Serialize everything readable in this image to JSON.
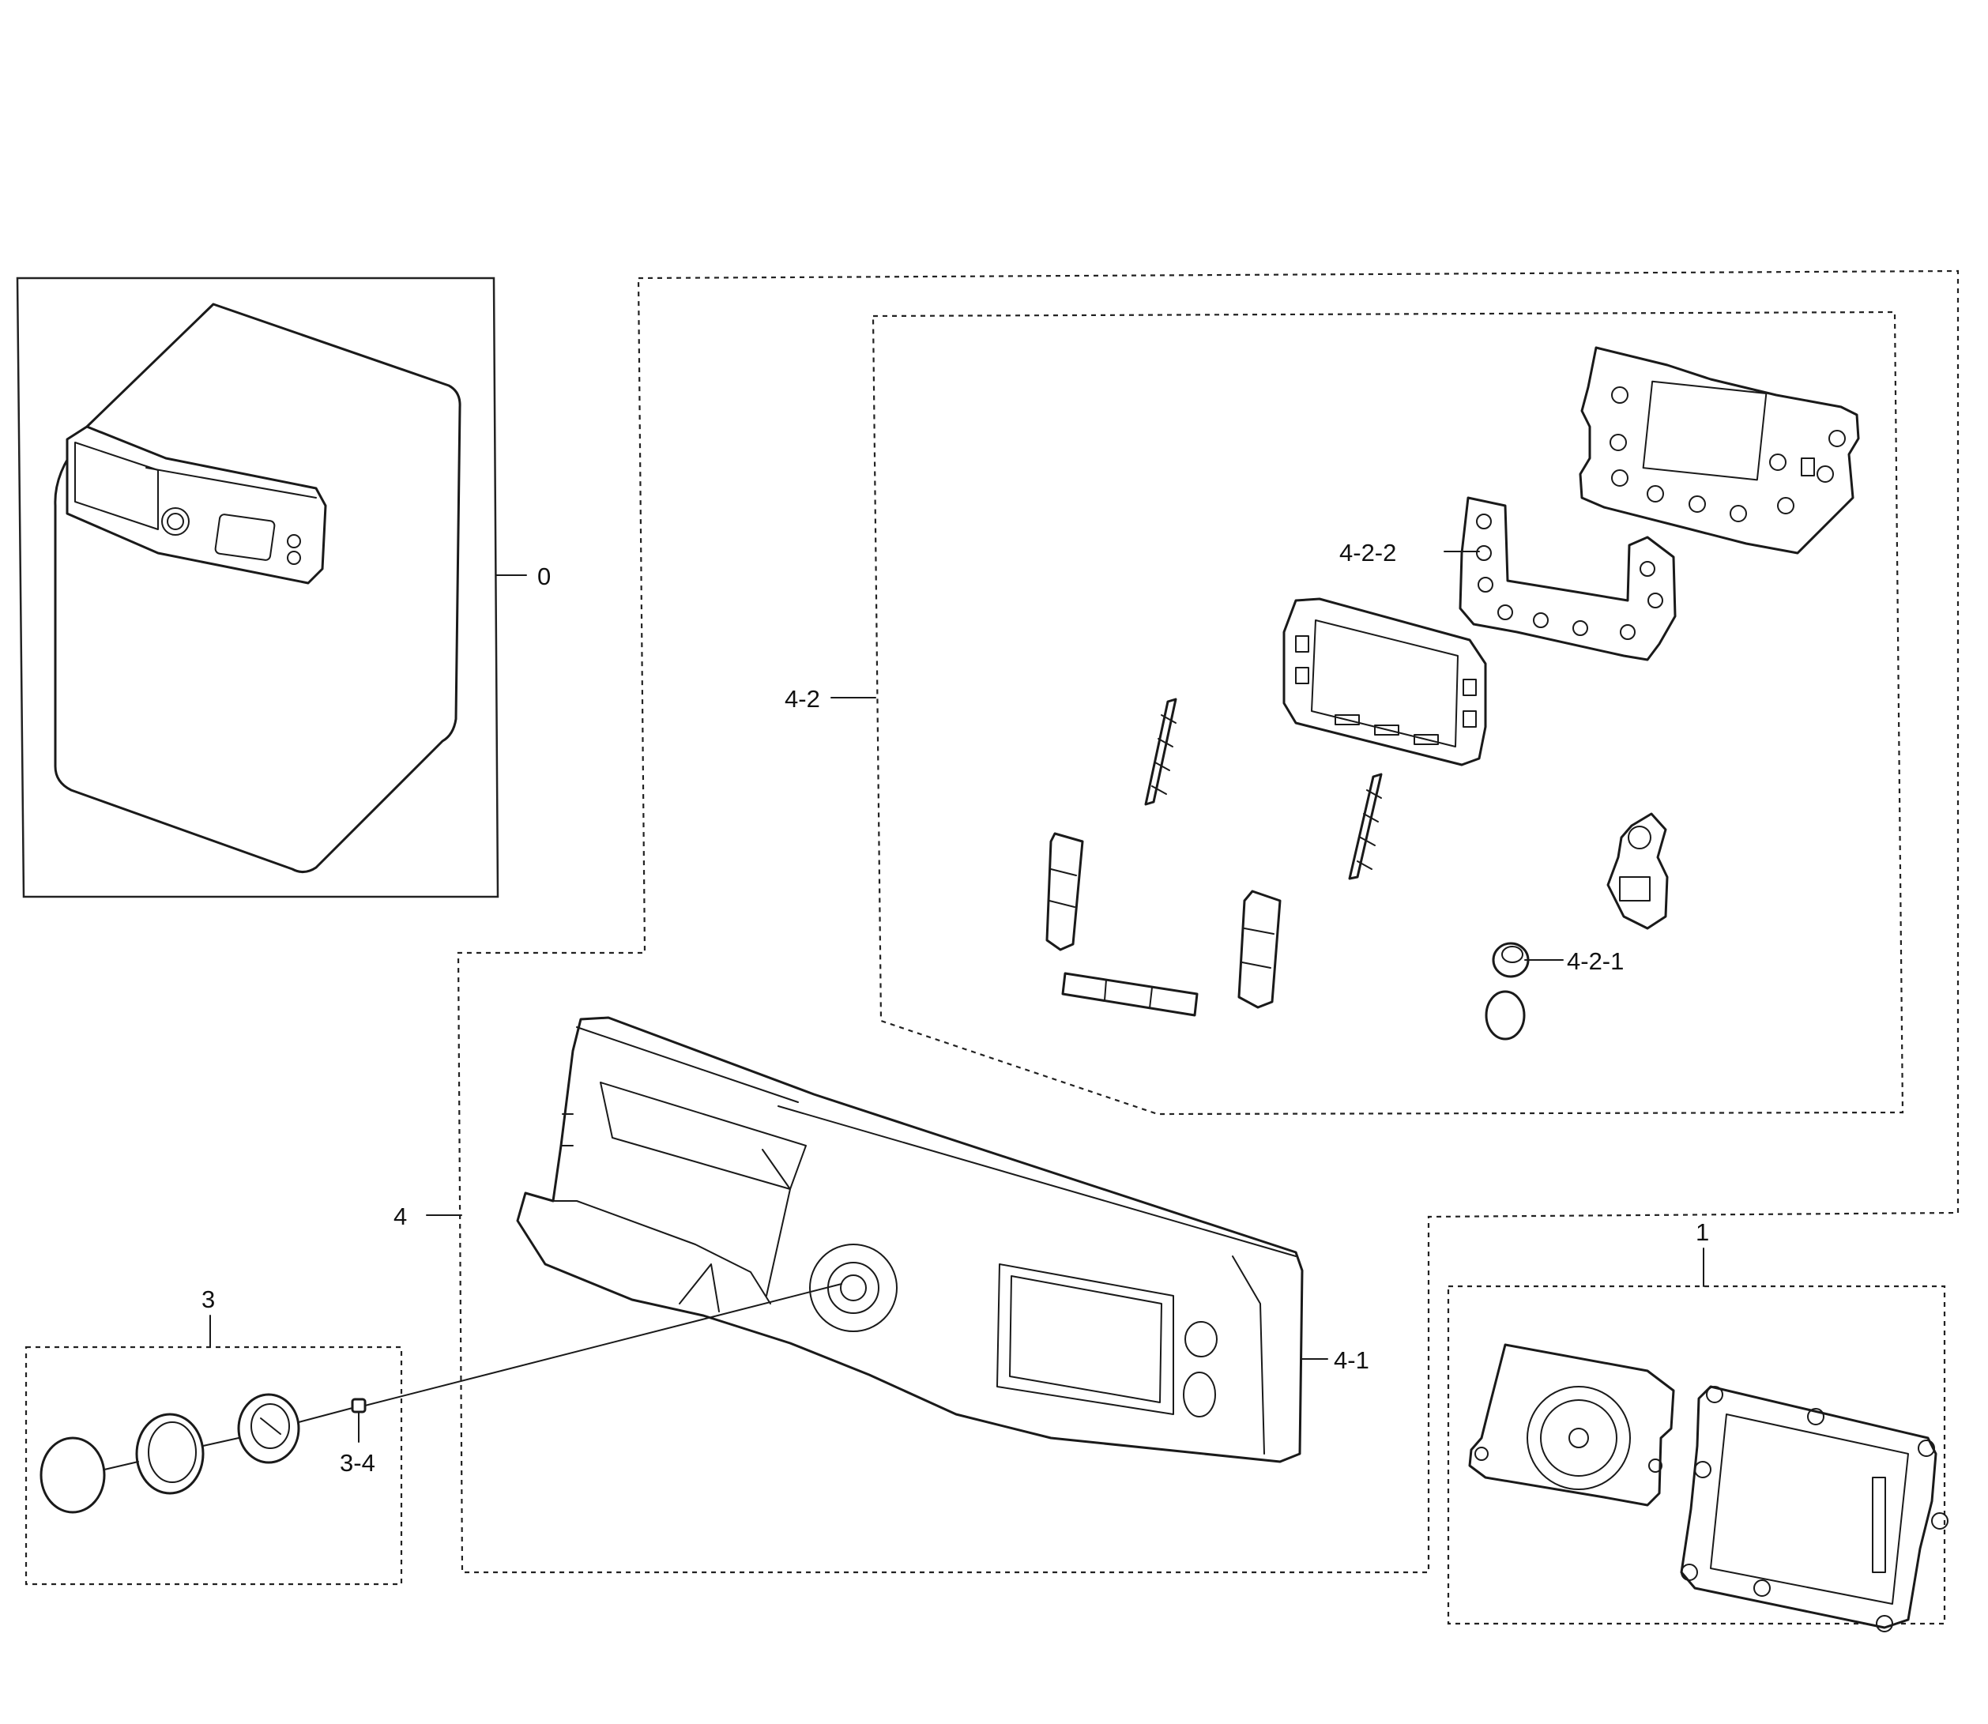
{
  "labels": {
    "l0": "0",
    "l1": "1",
    "l3": "3",
    "l34": "3-4",
    "l4": "4",
    "l41": "4-1",
    "l42": "4-2",
    "l421": "4-2-1",
    "l422": "4-2-2"
  }
}
